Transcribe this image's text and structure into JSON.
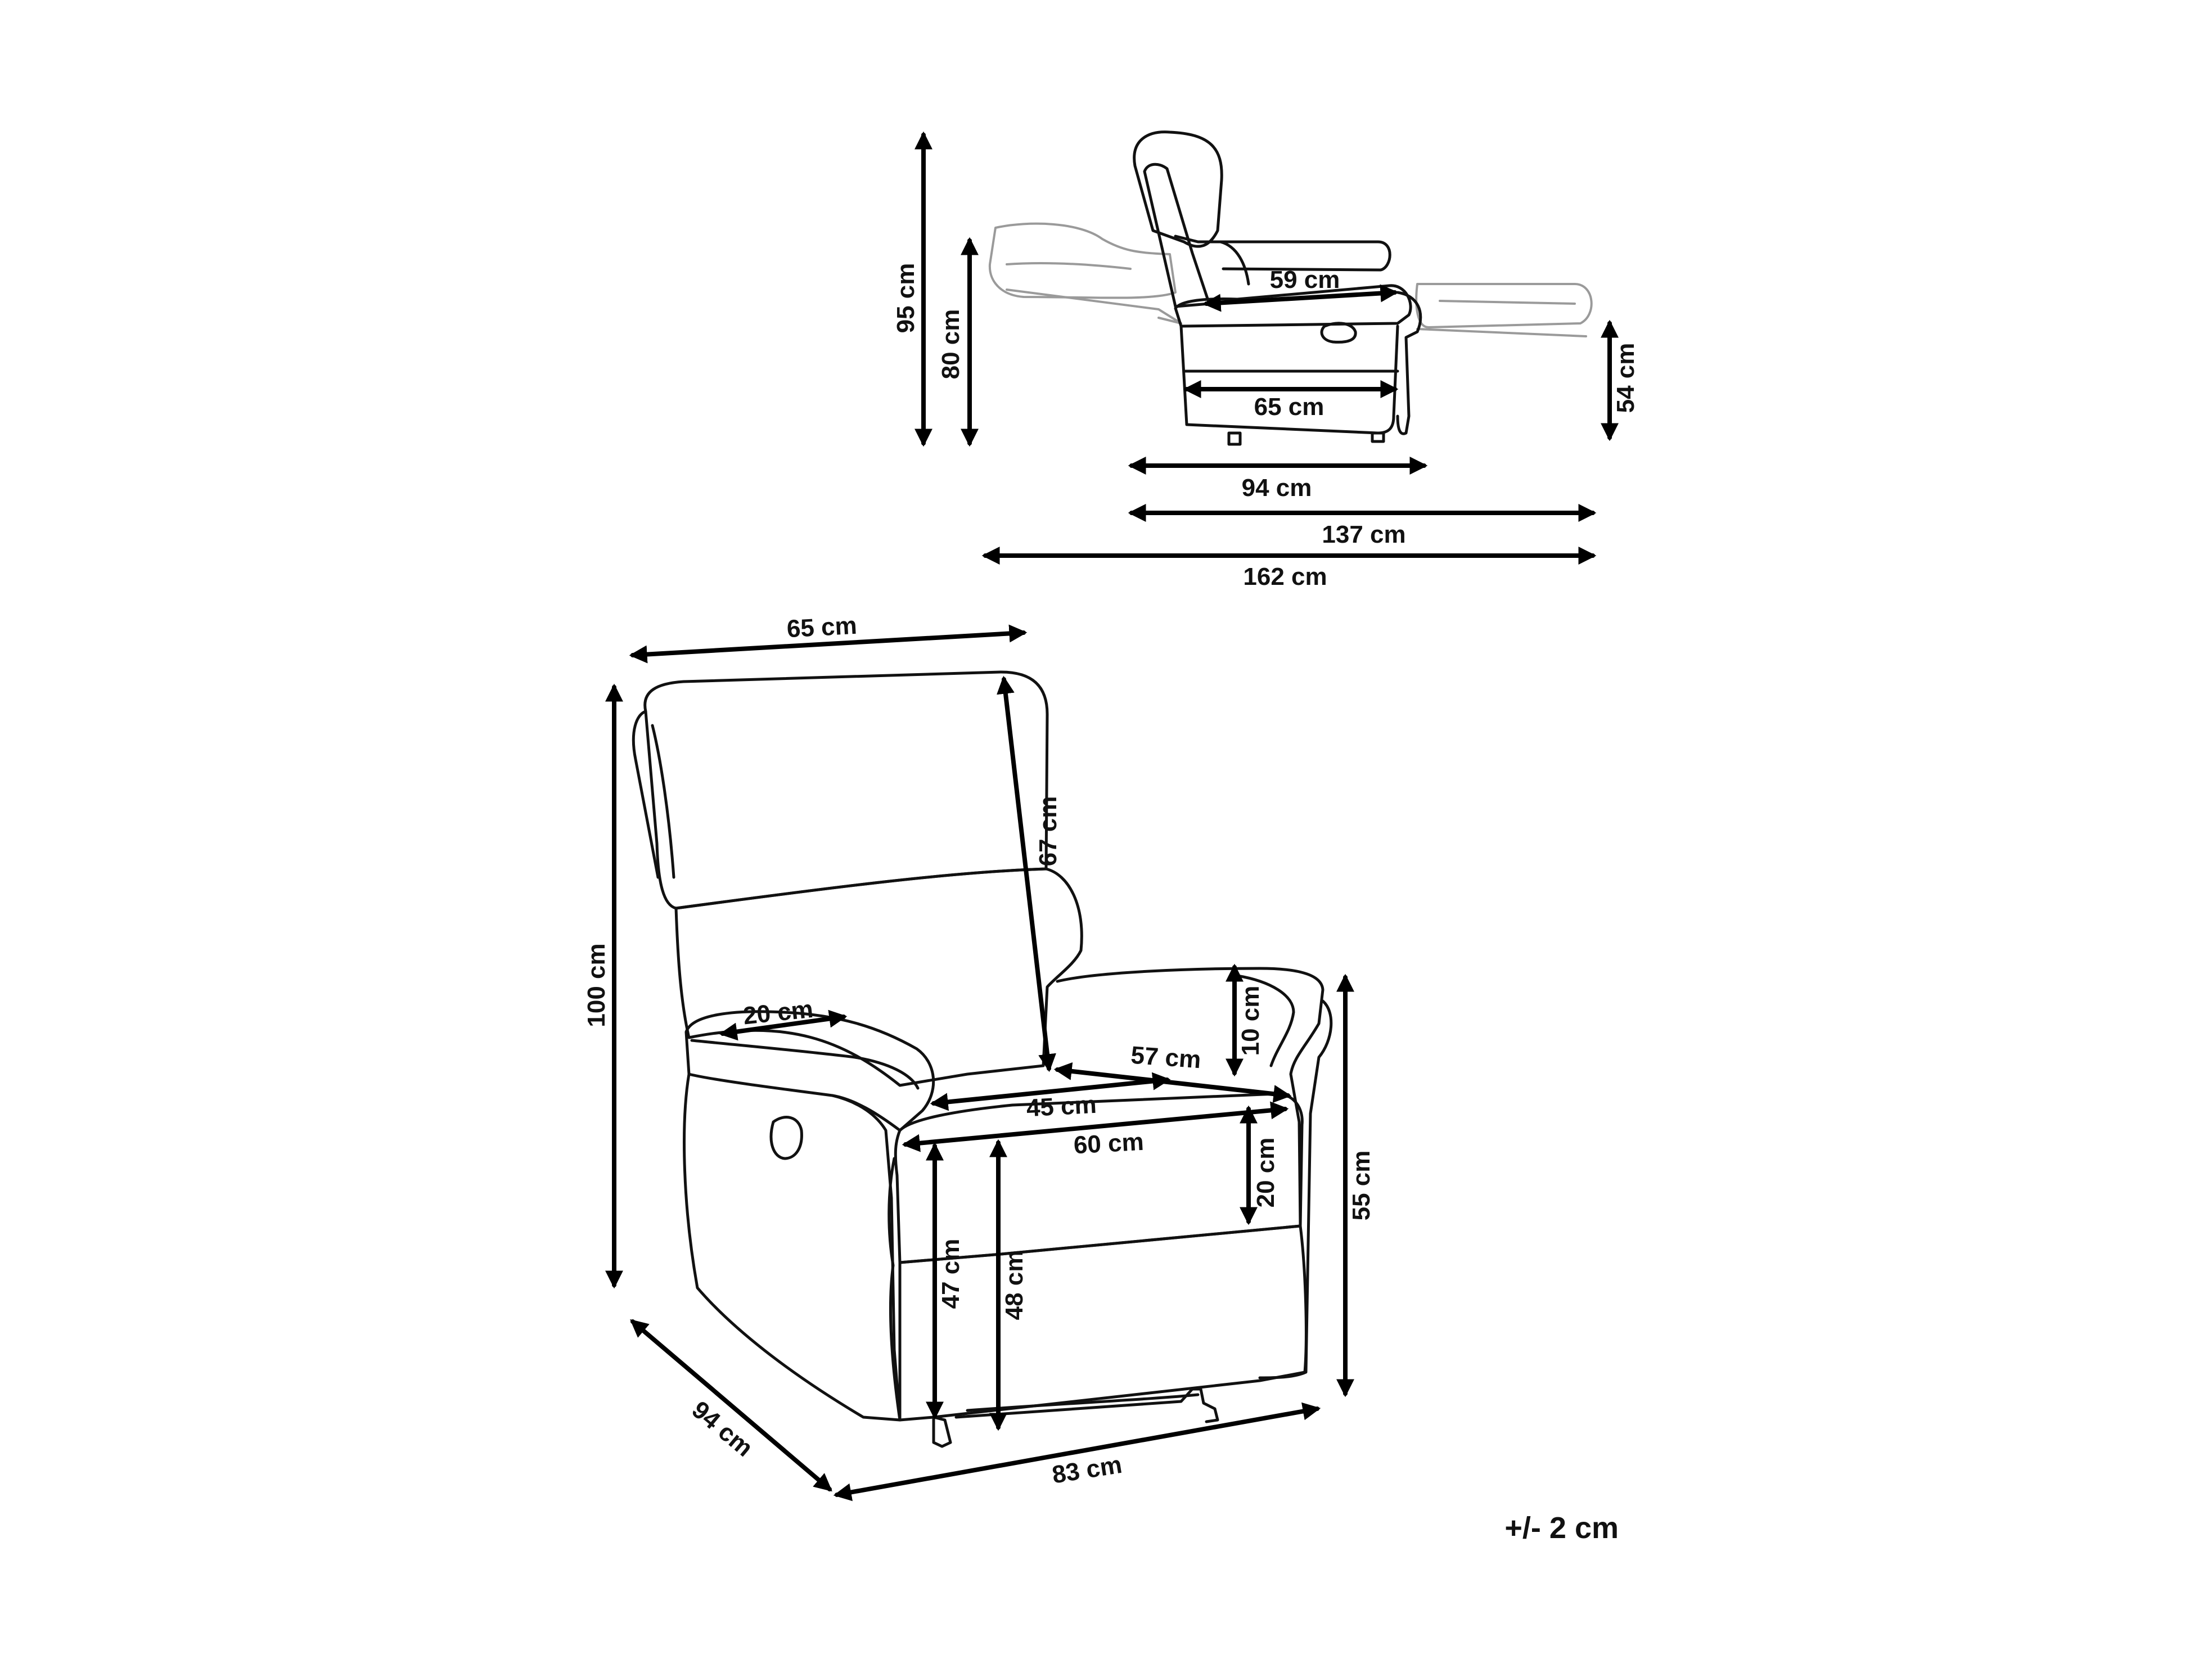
{
  "side_view": {
    "height_total": "95 cm",
    "height_back": "80 cm",
    "seat_depth": "59 cm",
    "base_depth": "65 cm",
    "footrest_height": "54 cm",
    "length_upright": "94 cm",
    "length_footrest": "137 cm",
    "length_reclined": "162 cm"
  },
  "front_view": {
    "width_top": "65 cm",
    "height_total": "100 cm",
    "backrest_height": "67 cm",
    "armrest_width": "20 cm",
    "armrest_height": "10 cm",
    "seat_depth": "57 cm",
    "seat_width_inner": "45 cm",
    "seat_width": "60 cm",
    "seat_cushion_height": "20 cm",
    "seat_height_front": "47 cm",
    "seat_height": "48 cm",
    "arm_height": "55 cm",
    "depth": "94 cm",
    "width": "83 cm"
  },
  "tolerance": "+/- 2 cm"
}
